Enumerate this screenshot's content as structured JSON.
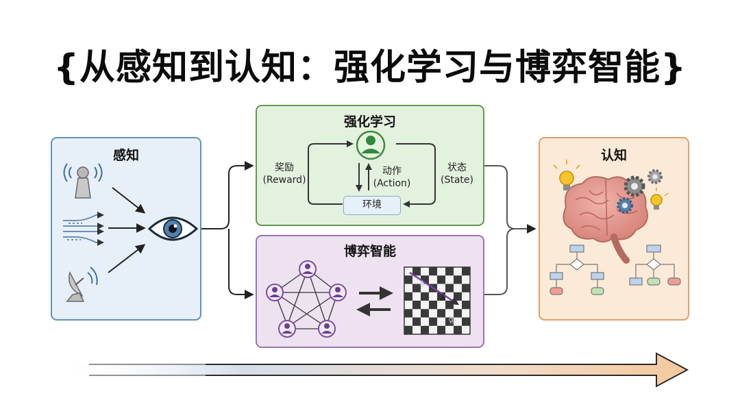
{
  "title": "{从感知到认知：强化学习与博弈智能}",
  "panels": {
    "perception": {
      "title": "感知"
    },
    "rl": {
      "title": "强化学习",
      "reward_cn": "奖励",
      "reward_en": "(Reward)",
      "action_cn": "动作",
      "action_en": "(Action)",
      "state_cn": "状态",
      "state_en": "(State)",
      "environment": "环境"
    },
    "game": {
      "title": "博弈智能"
    },
    "cognition": {
      "title": "认知"
    }
  },
  "icons": {
    "perception": [
      "radio-tower-icon",
      "data-stream-icon",
      "satellite-dish-icon",
      "eye-icon"
    ],
    "rl": [
      "agent-avatar-icon"
    ],
    "game": [
      "multi-agent-network-icon",
      "chessboard-icon"
    ],
    "cognition": [
      "brain-icon",
      "lightbulb-icon",
      "gear-icon",
      "flowchart-icon"
    ]
  },
  "colors": {
    "perception_bg": "#e7f0f8",
    "perception_border": "#5f91bf",
    "rl_bg": "#e3f1df",
    "rl_border": "#5e9a4f",
    "game_bg": "#eee2f1",
    "game_border": "#9a73b0",
    "cognition_bg": "#fbead7",
    "cognition_border": "#dea069"
  }
}
